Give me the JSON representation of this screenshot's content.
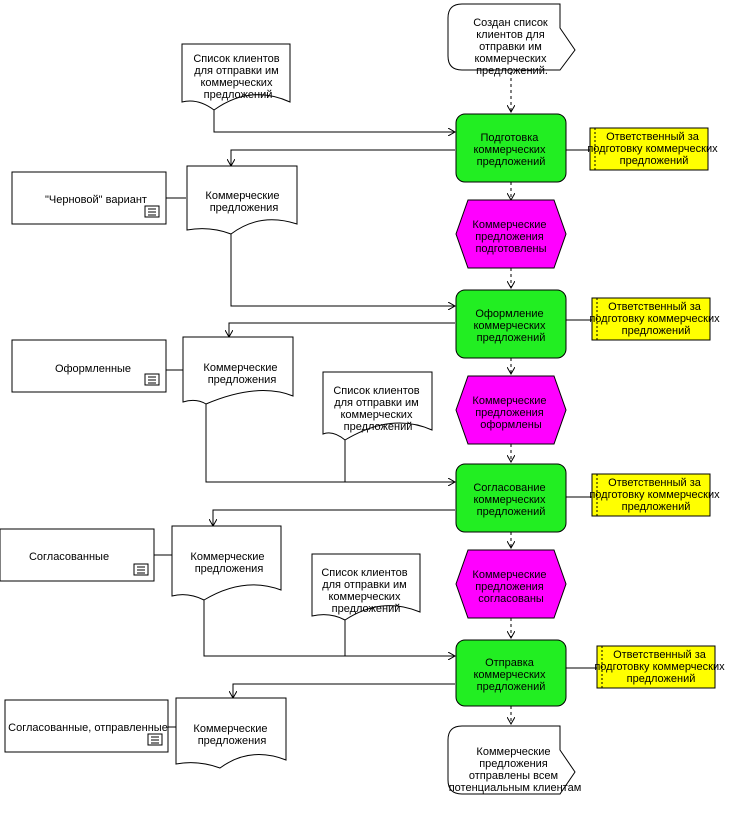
{
  "colors": {
    "function_fill": "#22ee22",
    "event_fill": "#ff00ff",
    "role_fill": "#ffff00",
    "document_fill": "#ffffff",
    "line": "#000000"
  },
  "events": {
    "start": "Создан список клиентов для отправки им коммерческих предложений.",
    "prepared": "Коммерческие предложения подготовлены",
    "designed": "Коммерческие предложения оформлены",
    "approved": "Коммерческие предложения согласованы",
    "end": "Коммерческие предложения отправлены всем потенциальным клиентам"
  },
  "functions": {
    "prepare": "Подготовка коммерческих предложений",
    "design": "Оформление коммерческих предложений",
    "approve": "Согласование коммерческих предложений",
    "send": "Отправка коммерческих предложений"
  },
  "roles": {
    "r1": "Ответственный за подготовку коммерческих предложений",
    "r2": "Ответственный за подготовку коммерческих предложений",
    "r3": "Ответственный за подготовку коммерческих предложений",
    "r4": "Ответственный за подготовку коммерческих предложений"
  },
  "documents": {
    "client_list_1": "Список клиентов для отправки им коммерческих предложений",
    "client_list_2": "Список клиентов для отправки им коммерческих предложений",
    "client_list_3": "Список клиентов для отправки им коммерческих предложений",
    "offers_1": "Коммерческие предложения",
    "offers_2": "Коммерческие предложения",
    "offers_3": "Коммерческие предложения",
    "offers_4": "Коммерческие предложения"
  },
  "states": {
    "draft": "\"Черновой\" вариант",
    "designed": "Оформленные",
    "approved": "Согласованные",
    "approved_sent": "Согласованные, отправленные"
  }
}
